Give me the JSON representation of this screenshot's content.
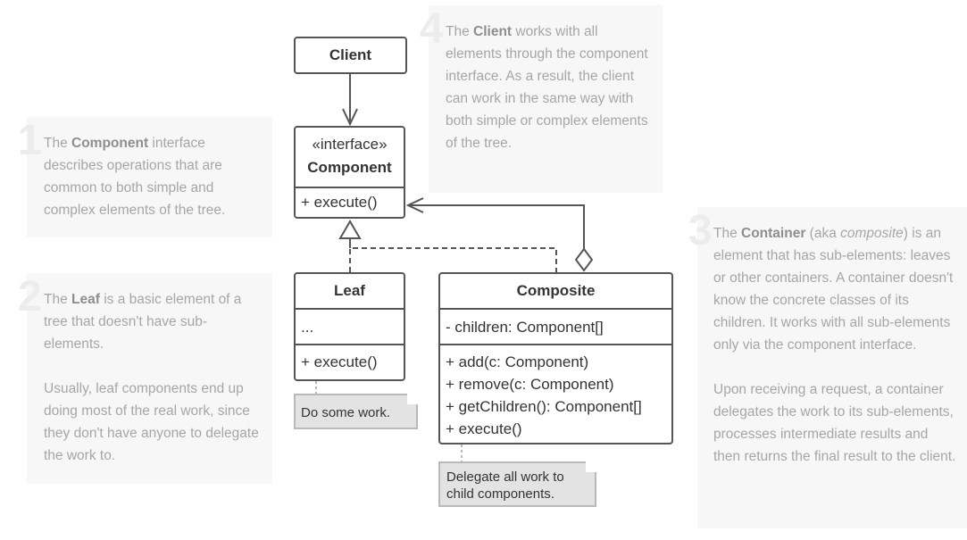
{
  "notes": {
    "n1": {
      "num": "1",
      "pre": "The ",
      "bold": "Component",
      "post": " interface describes operations that are common to both simple and complex elements of the tree."
    },
    "n2": {
      "num": "2",
      "pre": "The ",
      "bold": "Leaf",
      "post": " is a basic element of a tree that doesn't have sub-elements.",
      "p2": "Usually, leaf components end up doing most of the real work, since they don't have anyone to delegate the work to."
    },
    "n3": {
      "num": "3",
      "pre": "The ",
      "bold": "Container",
      "mid": " (aka ",
      "italic": "composite",
      "post": ") is an element that has sub-elements: leaves or other containers. A container doesn't know the concrete classes of its children. It works with all sub-elements only via the component interface.",
      "p2": "Upon receiving a request, a container delegates the work to its sub-elements, processes intermediate results and then returns the final result to the client."
    },
    "n4": {
      "num": "4",
      "pre": "The ",
      "bold": "Client",
      "post": " works with all elements through the component interface. As a result, the client can work in the same way with both simple or complex elements of the tree."
    }
  },
  "uml": {
    "client": {
      "title": "Client"
    },
    "component": {
      "stereotype": "«interface»",
      "title": "Component",
      "methods": [
        "+ execute()"
      ]
    },
    "leaf": {
      "title": "Leaf",
      "fields": [
        "..."
      ],
      "methods": [
        "+ execute()"
      ],
      "memo": "Do some work."
    },
    "composite": {
      "title": "Composite",
      "fields": [
        "- children: Component[]"
      ],
      "methods": [
        "+ add(c: Component)",
        "+ remove(c: Component)",
        "+ getChildren(): Component[]",
        "+ execute()"
      ],
      "memo": "Delegate all work to child components."
    }
  },
  "colors": {
    "line": "#555555",
    "note_bg": "#f7f7f7",
    "note_text": "#a6a6a6",
    "memo_bg": "#e3e3e3"
  }
}
